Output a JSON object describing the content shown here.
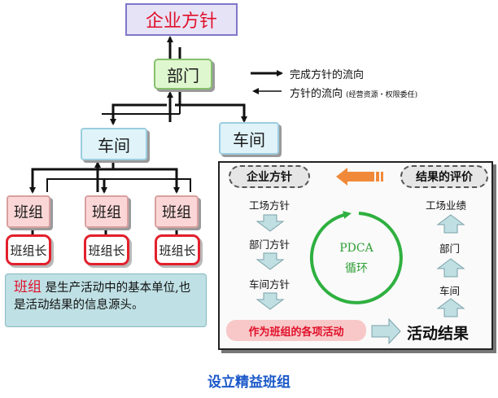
{
  "org": {
    "top": "企业方针",
    "department": "部门",
    "workshops": [
      "车间",
      "车间"
    ],
    "teams": [
      "班组",
      "班组",
      "班组"
    ],
    "leaders": [
      "班组长",
      "班组长",
      "班组长"
    ]
  },
  "legend": {
    "flow_up": "完成方针的流向",
    "flow_down": "方针的流向",
    "flow_down_note": "(经营资源・权限委任)"
  },
  "description": {
    "highlight": "班组",
    "rest": "是生产活动中的基本单位,也是活动结果的信息源头。"
  },
  "pdca": {
    "left_title": "企业方针",
    "right_title": "结果的评价",
    "left_steps": [
      "工场方针",
      "部门方针",
      "车间方针"
    ],
    "right_steps": [
      "工场业绩",
      "部门",
      "车间"
    ],
    "cycle_name": "PDCA",
    "cycle_sub": "循环",
    "activity": "作为班组的各项活动",
    "result": "活动结果"
  },
  "caption": "设立精益班组",
  "colors": {
    "accent_red": "#e0102a",
    "cycle_green": "#2fb040",
    "caption_blue": "#1a58c8",
    "orange_arrow": "#f08a3a"
  }
}
